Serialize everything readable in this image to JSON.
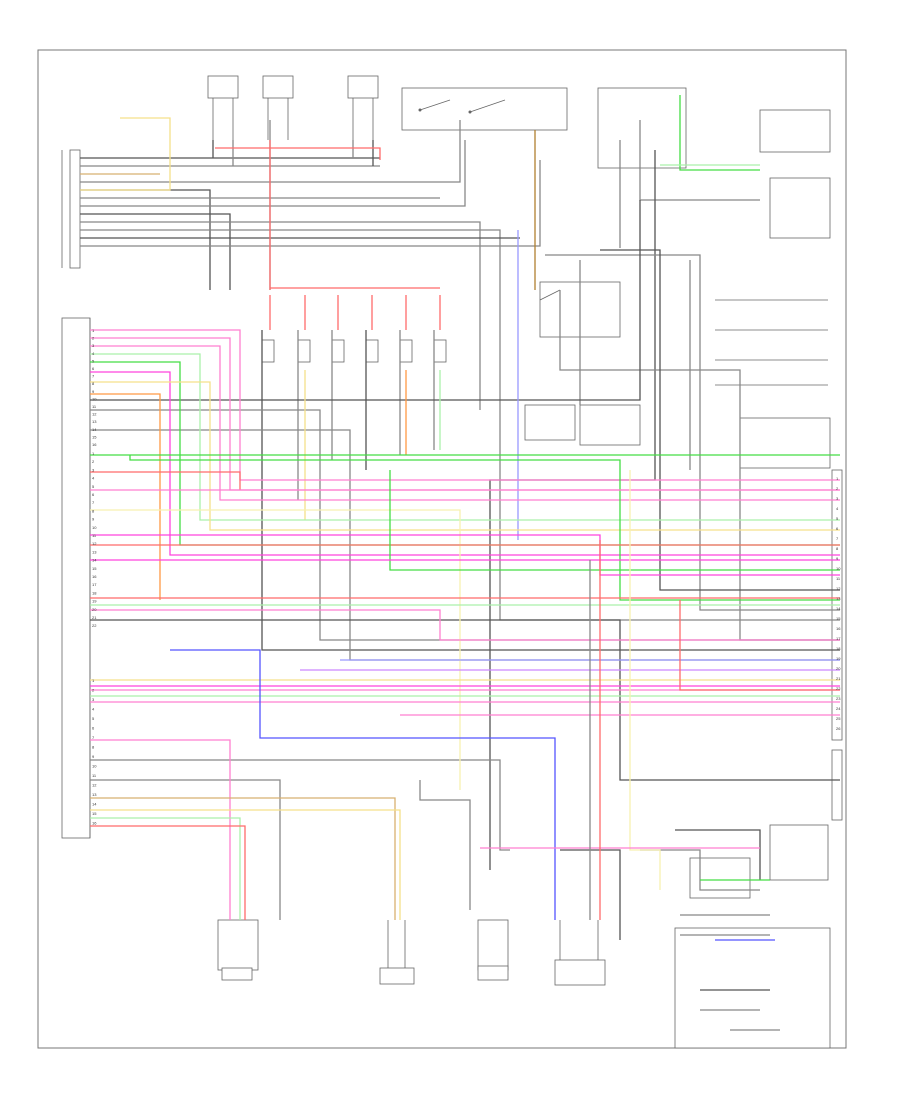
{
  "diagram": {
    "corner_label": "",
    "ecm_pins_top": [
      "1",
      "2",
      "3",
      "4",
      "5",
      "6",
      "7",
      "8",
      "9",
      "10",
      "11",
      "12",
      "13",
      "14",
      "15",
      "16"
    ],
    "ecm_pins_mid": [
      "1",
      "2",
      "3",
      "4",
      "5",
      "6",
      "7",
      "8",
      "9",
      "10",
      "11",
      "12",
      "13",
      "14",
      "15",
      "16",
      "17",
      "18",
      "19",
      "20",
      "21",
      "22"
    ],
    "ecm_pins_bottom": [
      "1",
      "2",
      "3",
      "4",
      "5",
      "6",
      "7",
      "8",
      "9",
      "10",
      "11",
      "12",
      "13",
      "14",
      "15",
      "16"
    ],
    "right_connector_pins": [
      "1",
      "2",
      "3",
      "4",
      "5",
      "6",
      "7",
      "8",
      "9",
      "10",
      "11",
      "12",
      "13",
      "14",
      "15",
      "16",
      "17",
      "18",
      "19",
      "20",
      "21",
      "22",
      "23",
      "24",
      "25",
      "26"
    ],
    "colors": {
      "frame": "#777777",
      "red": "#ff6b6b",
      "pink": "#ff7fd0",
      "magenta": "#ff44dd",
      "green": "#44dd44",
      "lightgreen": "#aaf0aa",
      "yellow": "#f5e08a",
      "lightyellow": "#f7f0b0",
      "orange": "#ff9944",
      "blue": "#5555ff",
      "lightblue": "#9999ff",
      "brown": "#b08030",
      "gray": "#888888",
      "darkgray": "#555555",
      "violet": "#cc88ff",
      "tan": "#d8b070",
      "white": "#dddddd"
    }
  }
}
